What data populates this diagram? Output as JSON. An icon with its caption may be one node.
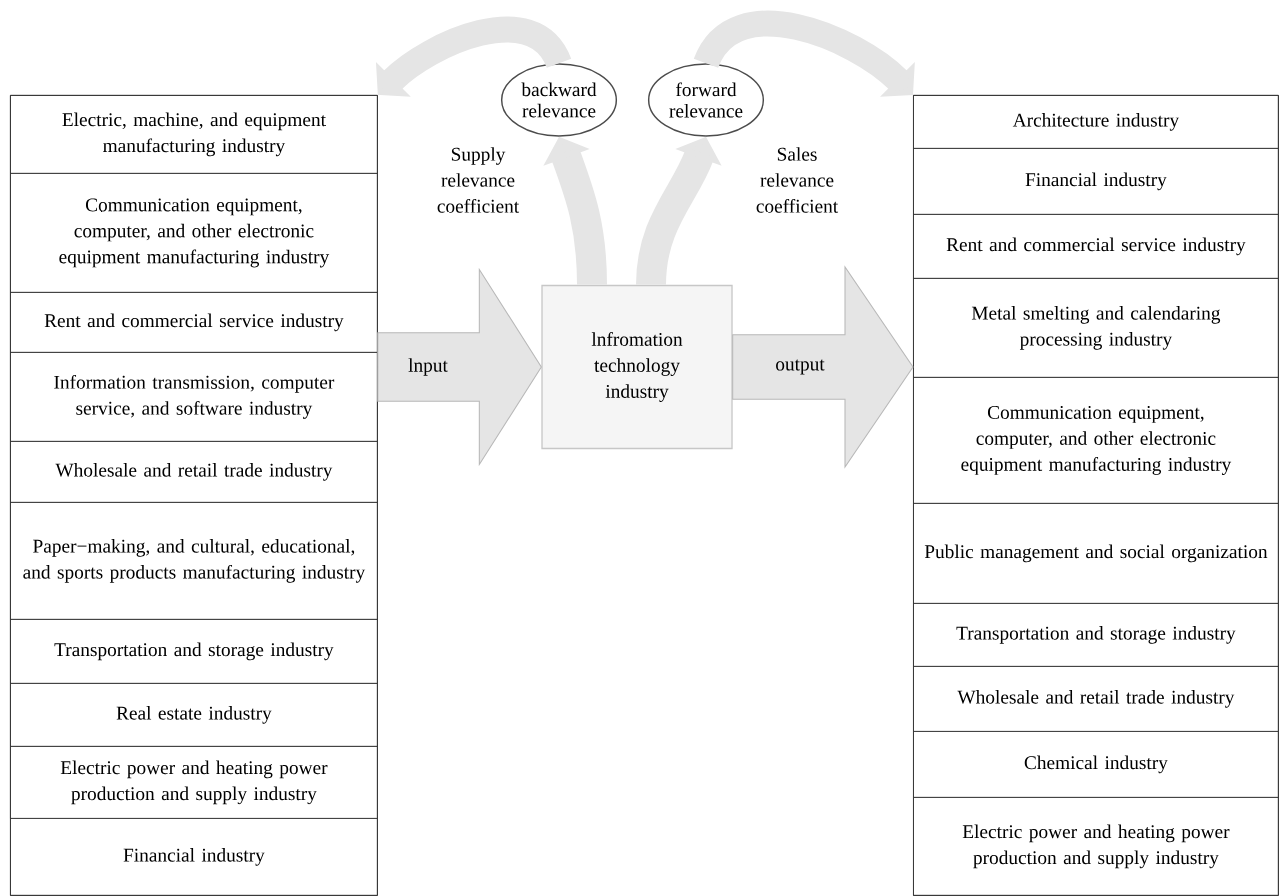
{
  "diagram": {
    "nodes": [
      {
        "text": [],
        "shape": "box"
      },
      {
        "text": [
          "Electric, machine, and equipment manufacturing industry"
        ],
        "in": 0
      },
      {
        "text": [
          "Communication equipment, computer, and other electronic equipment manufacturing industry"
        ],
        "in": 0
      },
      {
        "text": [
          "Rent and commercial service industry"
        ],
        "in": 0
      },
      {
        "text": [
          "Information transmission, computer service, and software industry"
        ],
        "in": 0
      },
      {
        "text": [
          "Wholesale and retail trade industry"
        ],
        "in": 0
      },
      {
        "text": [
          "Paper−making, and cultural, educational, and sports products manufacturing industry"
        ],
        "in": 0
      },
      {
        "text": [
          "Transportation and storage industry"
        ],
        "in": 0
      },
      {
        "text": [
          "Real estate industry"
        ],
        "in": 0
      },
      {
        "text": [
          "Electric power and heating power production and supply industry"
        ],
        "in": 0
      },
      {
        "text": [
          "Financial industry"
        ],
        "in": 0
      },
      {
        "text": [
          "lnfromation technology industry"
        ]
      },
      {
        "text": [
          "backward relevance"
        ]
      },
      {
        "text": [
          "forward relevance"
        ]
      },
      {
        "text": [],
        "shape": "box"
      },
      {
        "text": [
          "Architecture industry"
        ],
        "in": 14
      },
      {
        "text": [
          "Financial industry"
        ],
        "in": 14
      },
      {
        "text": [
          "Rent and commercial service industry"
        ],
        "in": 14
      },
      {
        "text": [
          "Metal smelting and calendaring processing industry"
        ],
        "in": 14
      },
      {
        "text": [
          "Communication equipment, computer, and other electronic equipment manufacturing industry"
        ],
        "in": 14
      },
      {
        "text": [
          "Public management and social organization"
        ],
        "in": 14
      },
      {
        "text": [
          "Transportation and storage industry"
        ],
        "in": 14
      },
      {
        "text": [
          "Wholesale and retail trade industry"
        ],
        "in": 14
      },
      {
        "text": [
          "Chemical industry"
        ],
        "in": 14
      },
      {
        "text": [
          "Electric power and heating power production and supply industry"
        ],
        "in": 14
      }
    ],
    "edges": [
      {
        "from": 0,
        "to": 11,
        "arrow": "to",
        "label": "lnput",
        "style": "thick"
      },
      {
        "from": 11,
        "to": 14,
        "arrow": "to",
        "label": "output",
        "style": "thick"
      },
      {
        "from": 11,
        "to": 12,
        "arrow": "to"
      },
      {
        "from": 11,
        "to": 13,
        "arrow": "to"
      },
      {
        "from": 12,
        "to": 0,
        "arrow": "to"
      },
      {
        "from": 13,
        "to": 14,
        "arrow": "to"
      }
    ],
    "labels": [
      "Supply relevance coefficient",
      "Sales relevance coefficient"
    ]
  }
}
